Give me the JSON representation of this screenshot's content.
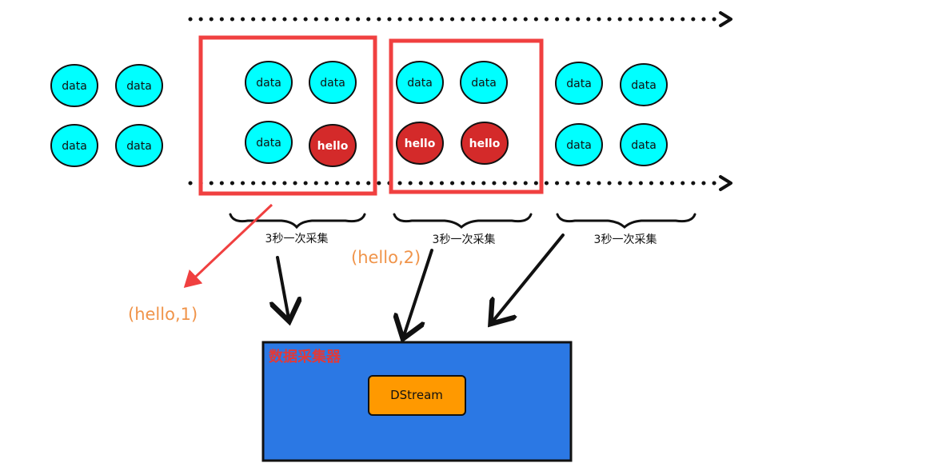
{
  "nodes": [
    {
      "label": "data",
      "kind": "data"
    },
    {
      "label": "data",
      "kind": "data"
    },
    {
      "label": "data",
      "kind": "data"
    },
    {
      "label": "data",
      "kind": "data"
    },
    {
      "label": "data",
      "kind": "data"
    },
    {
      "label": "data",
      "kind": "data"
    },
    {
      "label": "data",
      "kind": "data"
    },
    {
      "label": "hello",
      "kind": "hello"
    },
    {
      "label": "data",
      "kind": "data"
    },
    {
      "label": "data",
      "kind": "data"
    },
    {
      "label": "hello",
      "kind": "hello"
    },
    {
      "label": "hello",
      "kind": "hello"
    },
    {
      "label": "data",
      "kind": "data"
    },
    {
      "label": "data",
      "kind": "data"
    },
    {
      "label": "data",
      "kind": "data"
    },
    {
      "label": "data",
      "kind": "data"
    }
  ],
  "braces": [
    {
      "label": "3秒一次采集"
    },
    {
      "label": "3秒一次采集"
    },
    {
      "label": "3秒一次采集"
    }
  ],
  "results": [
    {
      "label": "(hello,1)"
    },
    {
      "label": "(hello,2)"
    }
  ],
  "collector": {
    "title": "数据采集器",
    "inner_label": "DStream"
  },
  "colors": {
    "data_fill": "#00ffff",
    "hello_fill": "#d42a2a",
    "window_border": "#f04040",
    "collector_fill": "#2b78e4",
    "dstream_fill": "#ff9900",
    "result_text": "#f0944a"
  }
}
